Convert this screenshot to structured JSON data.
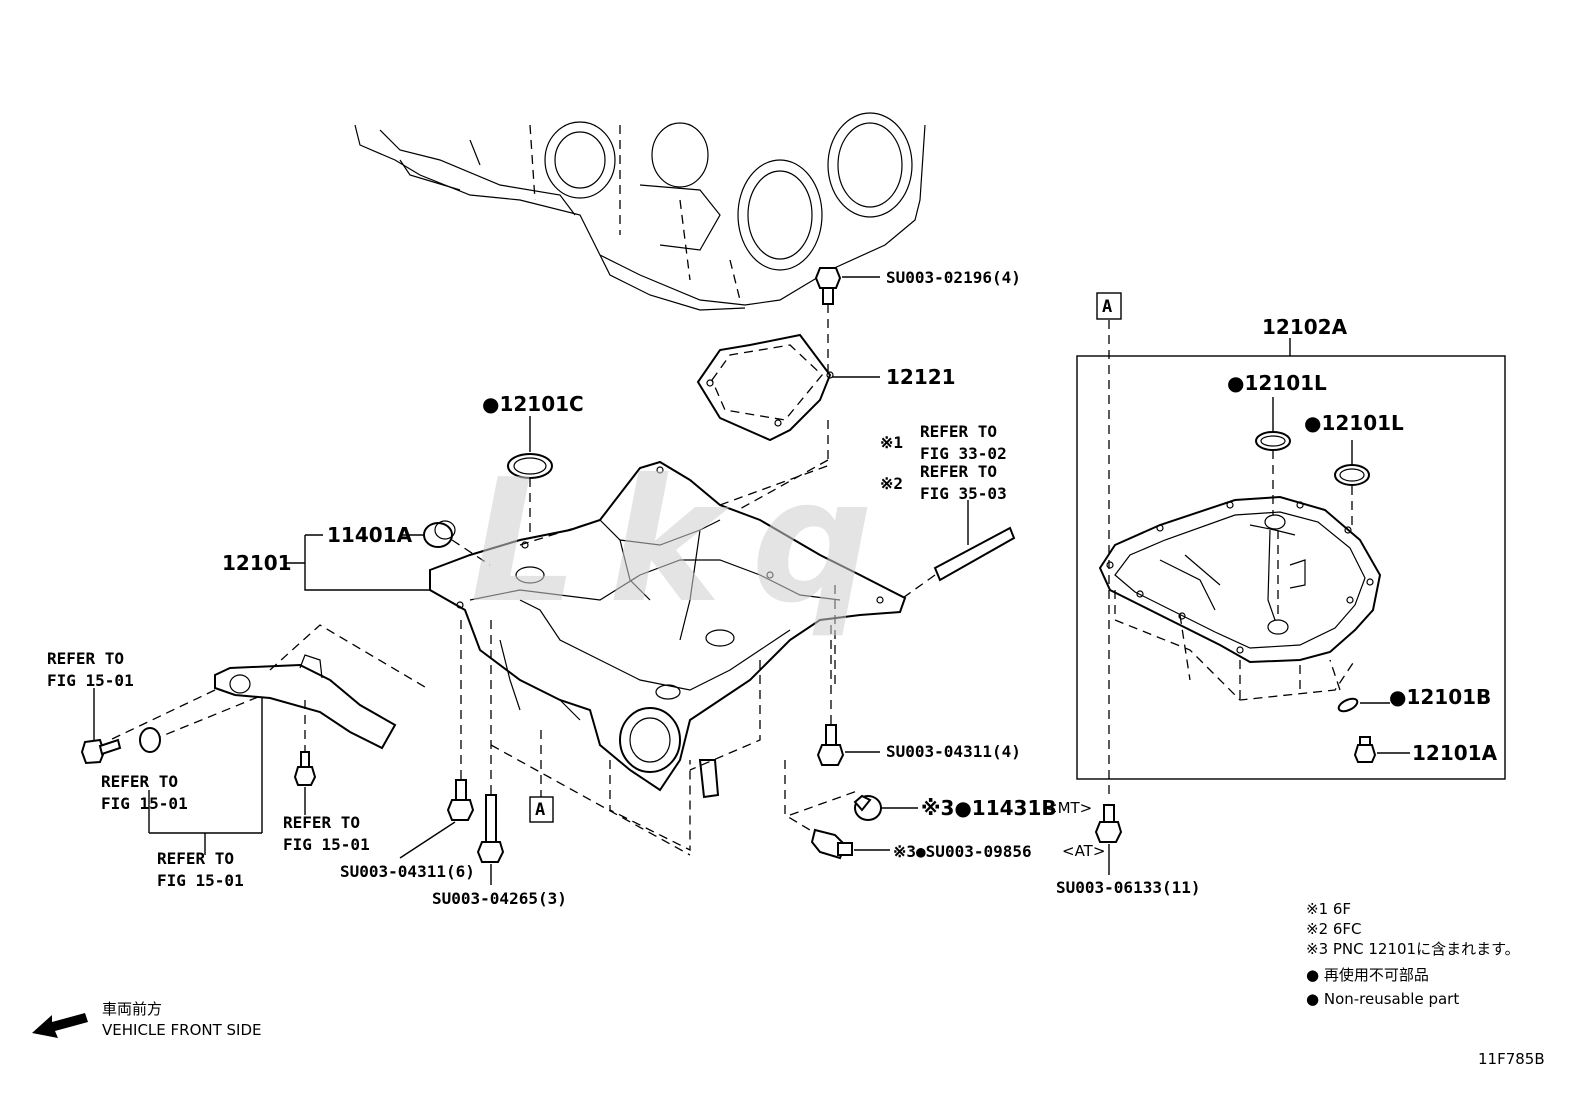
{
  "labels": {
    "su003_02196": "SU003-02196(4)",
    "p12121": "12121",
    "p12101C": "●12101C",
    "refer_33_a": "REFER TO",
    "refer_33_b": "FIG 33-02",
    "refer_35_a": "REFER TO",
    "refer_35_b": "FIG 35-03",
    "mark1": "※1",
    "mark2": "※2",
    "p11401A": "11401A",
    "p12101": "12101",
    "refer_15_a1": "REFER TO",
    "refer_15_a2": "FIG 15-01",
    "refer_15_b1": "REFER TO",
    "refer_15_b2": "FIG 15-01",
    "refer_15_c1": "REFER TO",
    "refer_15_c2": "FIG 15-01",
    "refer_15_d1": "REFER TO",
    "refer_15_d2": "FIG 15-01",
    "su003_04311_4": "SU003-04311(4)",
    "p11431B": "※3●11431B",
    "mt": "<MT>",
    "su003_09856": "※3●SU003-09856",
    "at": "<AT>",
    "su003_04311_6": "SU003-04311(6)",
    "su003_04265": "SU003-04265(3)",
    "box_a1": "A",
    "box_a2": "A",
    "p12102A": "12102A",
    "p12101L_1": "●12101L",
    "p12101L_2": "●12101L",
    "p12101B": "●12101B",
    "p12101A": "12101A",
    "su003_06133": "SU003-06133(11)"
  },
  "notes": {
    "n1": "※1 6F",
    "n2": "※2 6FC",
    "n3": "※3 PNC 12101に含まれます。",
    "n4": "● 再使用不可部品",
    "n5": "● Non-reusable part"
  },
  "front": {
    "jp": "車両前方",
    "en": "VEHICLE FRONT SIDE"
  },
  "figure_code": "11F785B",
  "watermark": "Lkq"
}
